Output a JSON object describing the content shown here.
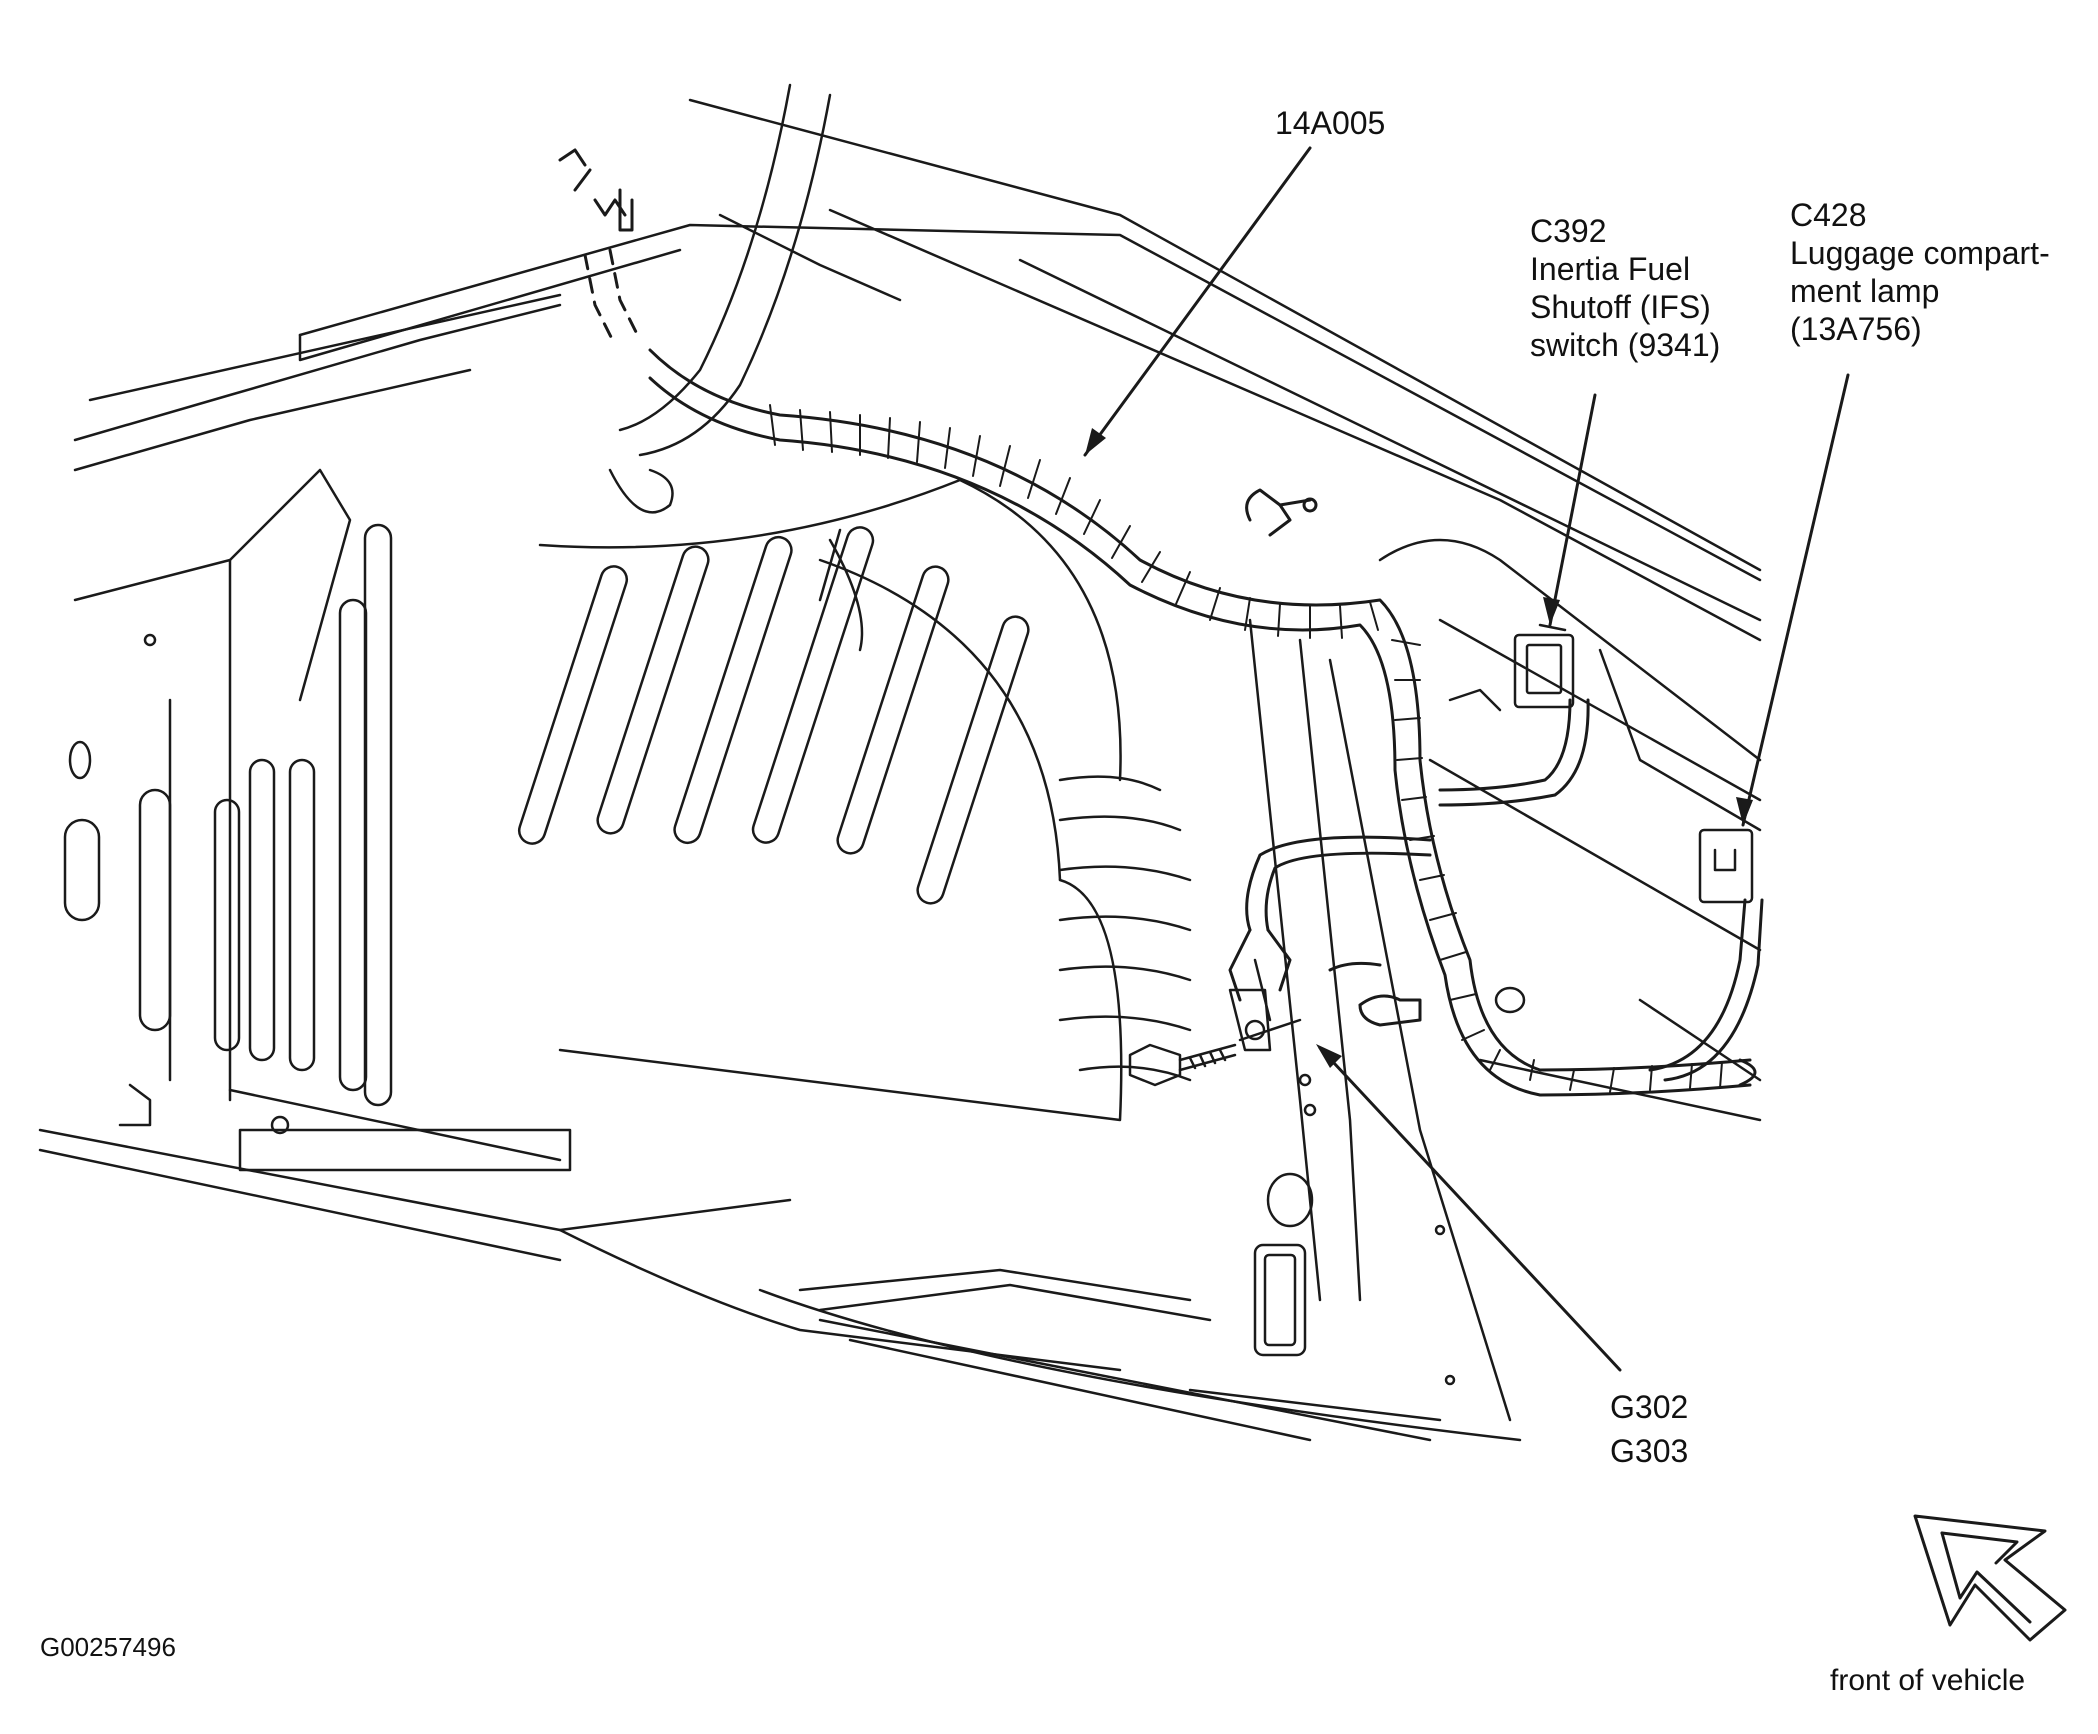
{
  "labels": {
    "harness": "14A005",
    "c392": [
      "C392",
      "Inertia Fuel",
      "Shutoff (IFS)",
      "switch (9341)"
    ],
    "c428": [
      "C428",
      "Luggage compart-",
      "ment lamp",
      "(13A756)"
    ],
    "ground": [
      "G302",
      "G303"
    ],
    "figure_id": "G00257496",
    "front": "front of vehicle"
  },
  "colors": {
    "line": "#1a1a1a",
    "background": "#ffffff"
  },
  "icons": {
    "direction": "arrow-up-left-icon"
  }
}
